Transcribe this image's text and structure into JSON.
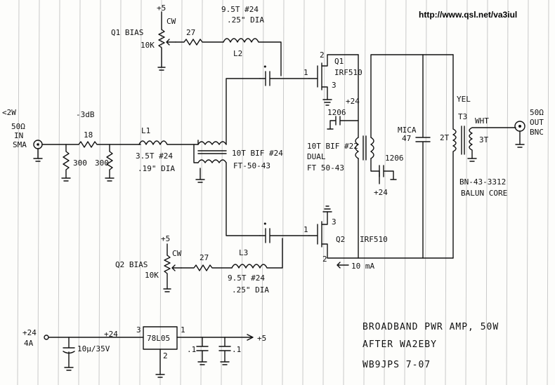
{
  "url": "http://www.qsl.net/va3iul",
  "title": {
    "line1": "BROADBAND PWR AMP, 50W",
    "line2": "AFTER WA2EBY",
    "line3": "WB9JPS 7-07"
  },
  "input": {
    "power": "<2W",
    "impedance": "50Ω",
    "label": "IN",
    "connector": "SMA",
    "attenuator": "-3dB",
    "r_series": "18",
    "r_shunt_1": "300",
    "r_shunt_2": "300"
  },
  "l1": {
    "name": "L1",
    "turns": "3.5T #24",
    "dia": ".19\" DIA"
  },
  "input_transformer": {
    "line1": "10T BIF #24",
    "line2": "FT-50-43"
  },
  "q1_bias": {
    "supply": "+5",
    "cw": "CW",
    "label": "Q1 BIAS",
    "pot": "10K",
    "resistor": "27"
  },
  "l2": {
    "name": "L2",
    "turns": "9.5T #24",
    "dia": ".25\" DIA"
  },
  "q2_bias": {
    "supply": "+5",
    "cw": "CW",
    "label": "Q2 BIAS",
    "pot": "10K",
    "resistor": "27"
  },
  "l3": {
    "name": "L3",
    "turns": "9.5T #24",
    "dia": ".25\" DIA"
  },
  "q1": {
    "name": "Q1",
    "part": "IRF510",
    "pin1": "1",
    "pin2": "2",
    "pin3": "3"
  },
  "q2": {
    "name": "Q2",
    "part": "IRF510",
    "pin1": "1",
    "pin2": "2",
    "pin3": "3"
  },
  "output_transformer": {
    "supply_top": "+24",
    "cap_top": "1206",
    "line1": "10T BIF #22",
    "line2": "DUAL",
    "line3": "FT 50-43",
    "cap_bottom": "1206",
    "supply_bottom": "+24",
    "current": "10 mA"
  },
  "mica": {
    "label": "MICA",
    "value": "47"
  },
  "t3": {
    "name": "T3",
    "yel": "YEL",
    "wht": "WHT",
    "primary": "2T",
    "secondary": "3T",
    "core_line1": "BN-43-3312",
    "core_line2": "BALUN CORE"
  },
  "output": {
    "impedance": "50Ω",
    "label": "OUT",
    "connector": "BNC"
  },
  "power_supply": {
    "input_v": "+24",
    "input_a": "4A",
    "cap": "10µ/35V",
    "vin_label": "+24",
    "regulator": "78L05",
    "pin_in": "3",
    "pin_out": "1",
    "pin_gnd": "2",
    "c1": ".1",
    "c2": ".1",
    "vout": "+5"
  },
  "colors": {
    "paper": "#fdfdfb",
    "grid_line": "#c9c9c9",
    "ink": "#111111"
  }
}
